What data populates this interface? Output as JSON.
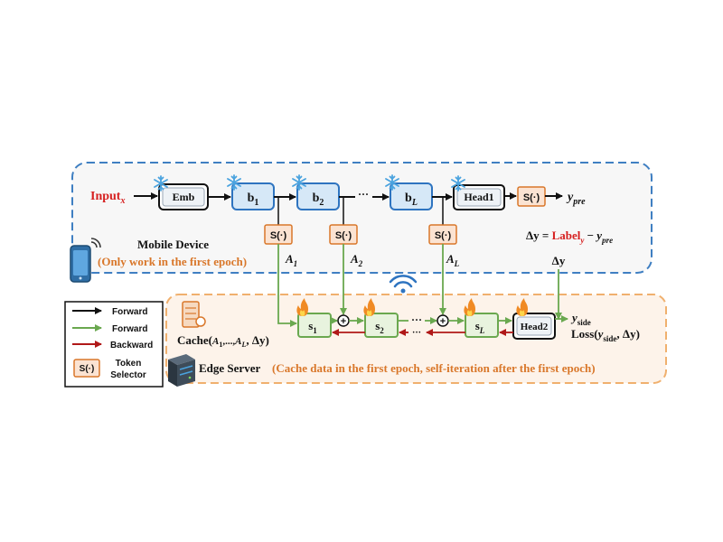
{
  "mobile": {
    "input_main": "Input",
    "input_sub": "x",
    "emb": "Emb",
    "blocks": [
      {
        "main": "b",
        "sub": "1"
      },
      {
        "main": "b",
        "sub": "2"
      },
      {
        "main": "b",
        "sub": "L"
      }
    ],
    "head1": "Head1",
    "selector": "S(·)",
    "y_pre_main": "y",
    "y_pre_sub": "pre",
    "ellipsis": "···",
    "delta_y_lhs": "Δy =",
    "label_main": "Label",
    "label_sub": "y",
    "minus": "−",
    "delta_y": "Δy",
    "device_title": "Mobile Device",
    "device_note": "(Only work in the first epoch)",
    "activations": [
      {
        "main": "A",
        "sub": "1"
      },
      {
        "main": "A",
        "sub": "2"
      },
      {
        "main": "A",
        "sub": "L"
      }
    ]
  },
  "server": {
    "side_blocks": [
      {
        "main": "s",
        "sub": "1"
      },
      {
        "main": "s",
        "sub": "2"
      },
      {
        "main": "s",
        "sub": "L"
      }
    ],
    "plus": "+",
    "head2": "Head2",
    "y_side_main": "y",
    "y_side_sub": "side",
    "loss_prefix": "Loss(",
    "loss_y": "y",
    "loss_sub": "side",
    "loss_suffix": ", Δy)",
    "cache_prefix": "Cache(",
    "cache_args": "A",
    "cache_sub1": "1",
    "cache_mid": ",...,",
    "cache_subL": "L",
    "cache_suffix": ", Δy)",
    "server_title": "Edge Server",
    "server_note": "(Cache data in the first epoch, self-iteration after the first epoch)"
  },
  "legend": {
    "forward_black": "Forward",
    "forward_green": "Forward",
    "backward": "Backward",
    "selector_symbol": "S(·)",
    "selector_line1": "Token",
    "selector_line2": "Selector"
  },
  "colors": {
    "mobile_border": "#3f7fc2",
    "server_border": "#f0b06e",
    "server_fill": "#fdf3ea",
    "block_fill": "#d6e8f7",
    "block_border": "#2e74c0",
    "side_fill": "#e8f3de",
    "side_border": "#6aa84f",
    "selector_fill": "#fbe3d2",
    "selector_border": "#d9772a",
    "forward_green": "#6aa84f",
    "backward_red": "#b01818",
    "label_red": "#d62020",
    "note_orange": "#d9772a"
  }
}
